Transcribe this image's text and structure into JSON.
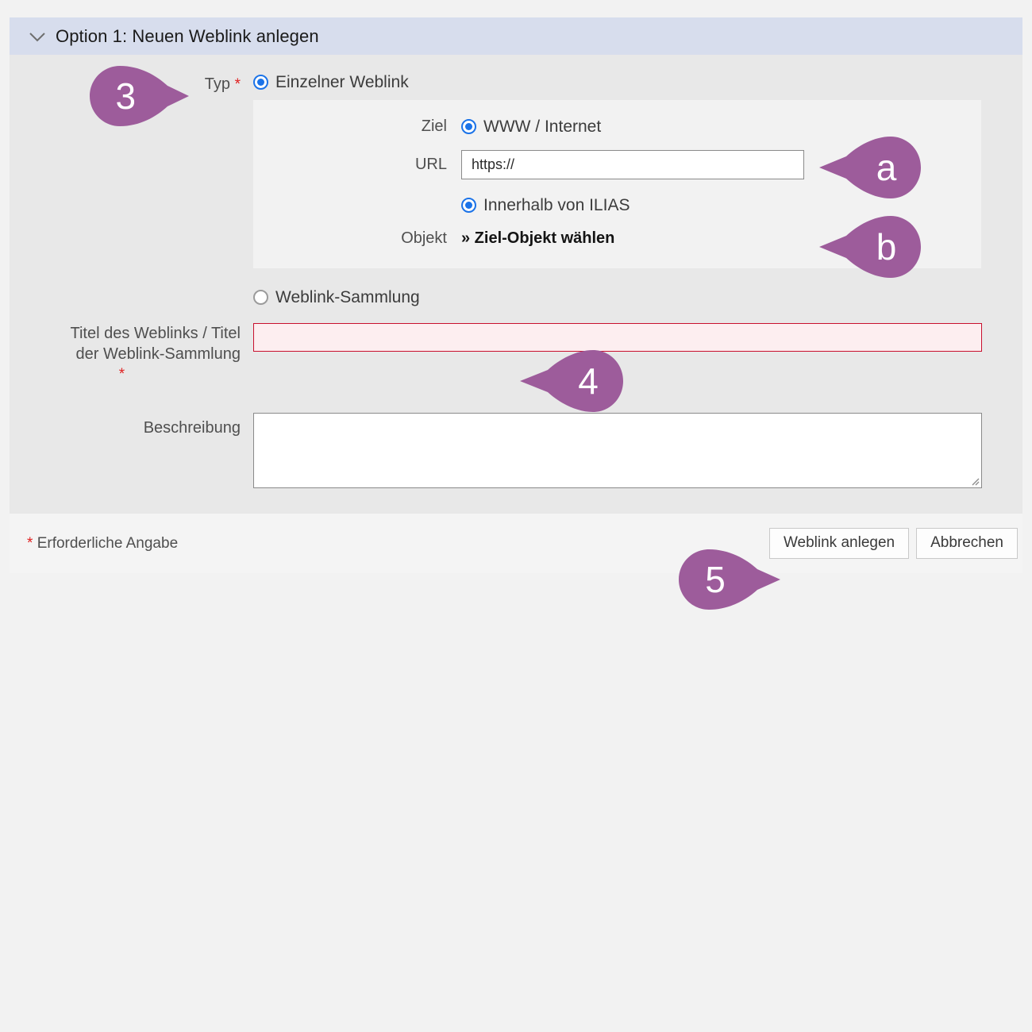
{
  "panel": {
    "title": "Option 1: Neuen Weblink anlegen",
    "collapse_icon": "chevron-down-icon"
  },
  "form": {
    "type_row": {
      "label": "Typ",
      "required_marker": "*",
      "options": [
        {
          "label": "Einzelner Weblink",
          "selected": true
        },
        {
          "label": "Weblink-Sammlung",
          "selected": false
        }
      ]
    },
    "target_subpanel": {
      "label": "Ziel",
      "options": [
        {
          "label": "WWW / Internet",
          "selected": true
        },
        {
          "label": "Innerhalb von ILIAS",
          "selected": true
        }
      ],
      "url_row": {
        "label": "URL",
        "value": "https://",
        "placeholder": ""
      },
      "object_row": {
        "label": "Objekt",
        "link_text": "» Ziel-Objekt wählen"
      }
    },
    "title_row": {
      "label_line1": "Titel des Weblinks / Titel",
      "label_line2": "der Weblink-Sammlung",
      "required_marker": "*",
      "value": "",
      "placeholder": "",
      "state": "error"
    },
    "description_row": {
      "label": "Beschreibung",
      "value": "",
      "placeholder": ""
    }
  },
  "footer": {
    "required_marker": "*",
    "required_note": "Erforderliche Angabe",
    "submit_label": "Weblink anlegen",
    "cancel_label": "Abbrechen"
  },
  "callouts": [
    {
      "id": "step-3",
      "text": "3",
      "direction": "right"
    },
    {
      "id": "step-a",
      "text": "a",
      "direction": "left"
    },
    {
      "id": "step-b",
      "text": "b",
      "direction": "left"
    },
    {
      "id": "step-4",
      "text": "4",
      "direction": "left"
    },
    {
      "id": "step-5",
      "text": "5",
      "direction": "right"
    }
  ],
  "colors": {
    "callout_purple": "#9d5c9b",
    "header_blue": "#d7dded",
    "panel_gray": "#e8e8e8",
    "subpanel_gray": "#f2f2f2",
    "radio_blue": "#1b73e8",
    "error_red": "#c8102e",
    "required_red": "#e02020"
  }
}
